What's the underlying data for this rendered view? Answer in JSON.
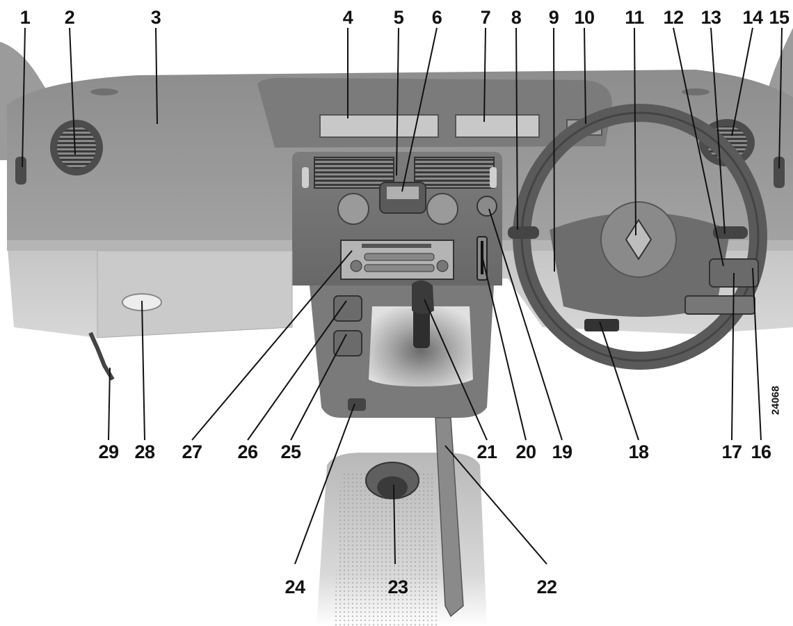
{
  "figure_code": "24068",
  "callouts": [
    {
      "id": "1",
      "label": "1"
    },
    {
      "id": "2",
      "label": "2"
    },
    {
      "id": "3",
      "label": "3"
    },
    {
      "id": "4",
      "label": "4"
    },
    {
      "id": "5",
      "label": "5"
    },
    {
      "id": "6",
      "label": "6"
    },
    {
      "id": "7",
      "label": "7"
    },
    {
      "id": "8",
      "label": "8"
    },
    {
      "id": "9",
      "label": "9"
    },
    {
      "id": "10",
      "label": "10"
    },
    {
      "id": "11",
      "label": "11"
    },
    {
      "id": "12",
      "label": "12"
    },
    {
      "id": "13",
      "label": "13"
    },
    {
      "id": "14",
      "label": "14"
    },
    {
      "id": "15",
      "label": "15"
    },
    {
      "id": "16",
      "label": "16"
    },
    {
      "id": "17",
      "label": "17"
    },
    {
      "id": "18",
      "label": "18"
    },
    {
      "id": "19",
      "label": "19"
    },
    {
      "id": "20",
      "label": "20"
    },
    {
      "id": "21",
      "label": "21"
    },
    {
      "id": "22",
      "label": "22"
    },
    {
      "id": "23",
      "label": "23"
    },
    {
      "id": "24",
      "label": "24"
    },
    {
      "id": "25",
      "label": "25"
    },
    {
      "id": "26",
      "label": "26"
    },
    {
      "id": "27",
      "label": "27"
    },
    {
      "id": "28",
      "label": "28"
    },
    {
      "id": "29",
      "label": "29"
    }
  ]
}
